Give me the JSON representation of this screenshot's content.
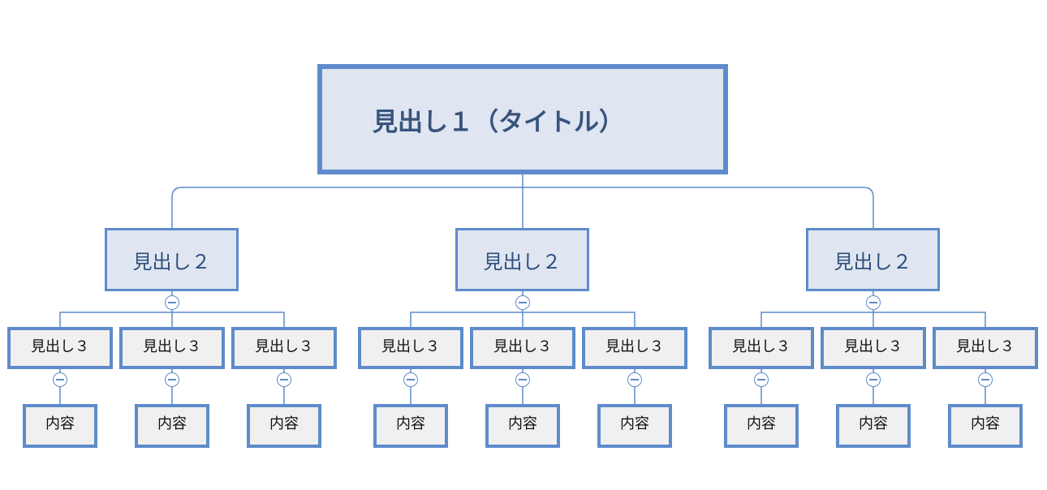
{
  "diagram": {
    "root": {
      "label": "見出し１（タイトル）"
    },
    "branches": [
      {
        "label": "見出し２",
        "children": [
          {
            "label": "見出し３",
            "content": "内容"
          },
          {
            "label": "見出し３",
            "content": "内容"
          },
          {
            "label": "見出し３",
            "content": "内容"
          }
        ]
      },
      {
        "label": "見出し２",
        "children": [
          {
            "label": "見出し３",
            "content": "内容"
          },
          {
            "label": "見出し３",
            "content": "内容"
          },
          {
            "label": "見出し３",
            "content": "内容"
          }
        ]
      },
      {
        "label": "見出し２",
        "children": [
          {
            "label": "見出し３",
            "content": "内容"
          },
          {
            "label": "見出し３",
            "content": "内容"
          },
          {
            "label": "見出し３",
            "content": "内容"
          }
        ]
      }
    ]
  },
  "colors": {
    "border": "#5e8bcb",
    "heading_fill": "#dfe6f1",
    "leaf_fill": "#f0f0f0",
    "title_text": "#38537c"
  }
}
